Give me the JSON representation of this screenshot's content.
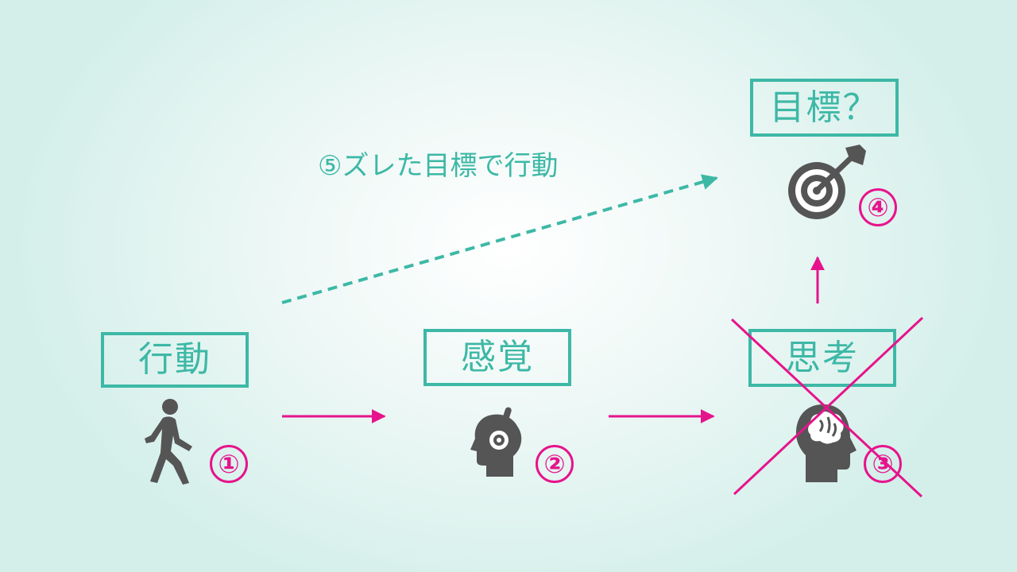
{
  "labels": {
    "action": "行動",
    "sense": "感覚",
    "thought": "思考",
    "goal": "目標？"
  },
  "numbers": {
    "n1": "①",
    "n2": "②",
    "n3": "③",
    "n4": "④"
  },
  "caption": "⑤ズレた目標で行動",
  "icons": {
    "action": "walking-person-icon",
    "sense": "head-with-antenna-icon",
    "thought": "head-with-brain-icon",
    "goal": "target-with-arrow-icon"
  },
  "colors": {
    "teal": "#3db8a6",
    "magenta": "#e6148c",
    "icon_gray": "#555555"
  }
}
